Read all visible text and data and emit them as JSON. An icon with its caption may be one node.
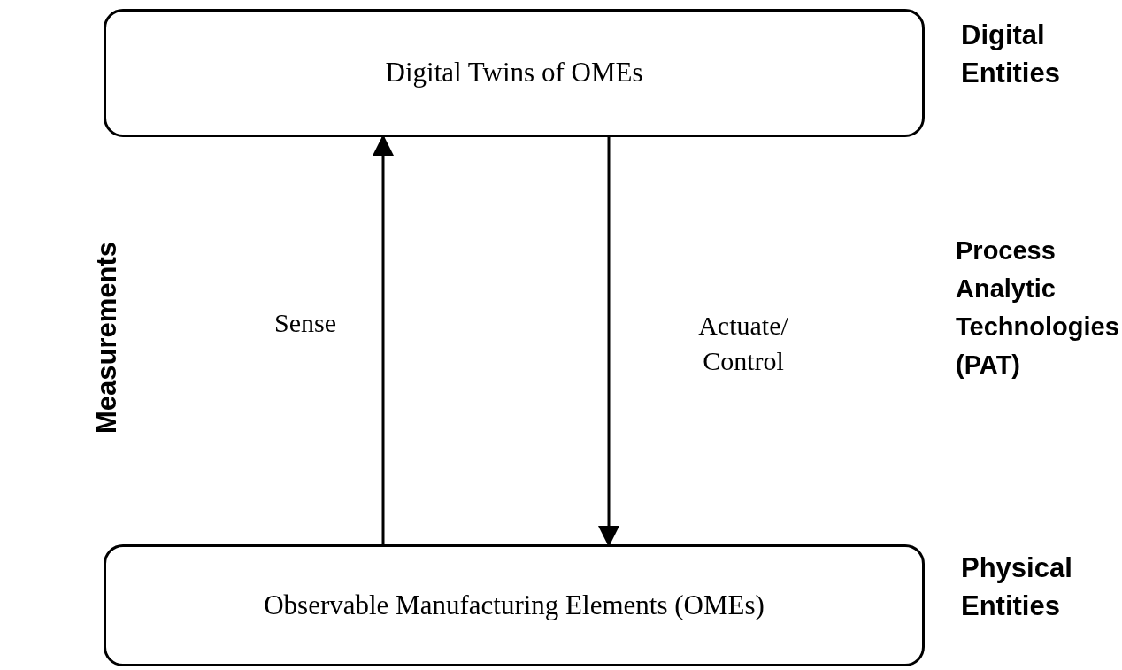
{
  "diagram": {
    "nodes": [
      {
        "text": [
          "Digital Twins of OMEs"
        ]
      },
      {
        "text": [
          "Observable Manufacturing Elements (OMEs)"
        ]
      }
    ],
    "edges": [
      {
        "from": 1,
        "to": 0,
        "arrow": "to",
        "label": "Sense"
      },
      {
        "from": 0,
        "to": 1,
        "arrow": "to",
        "label": "Actuate/ Control"
      }
    ],
    "labels": [
      "Digital Entities",
      "Measurements",
      "Process Analytic Technologies (PAT)",
      "Physical Entities"
    ]
  }
}
